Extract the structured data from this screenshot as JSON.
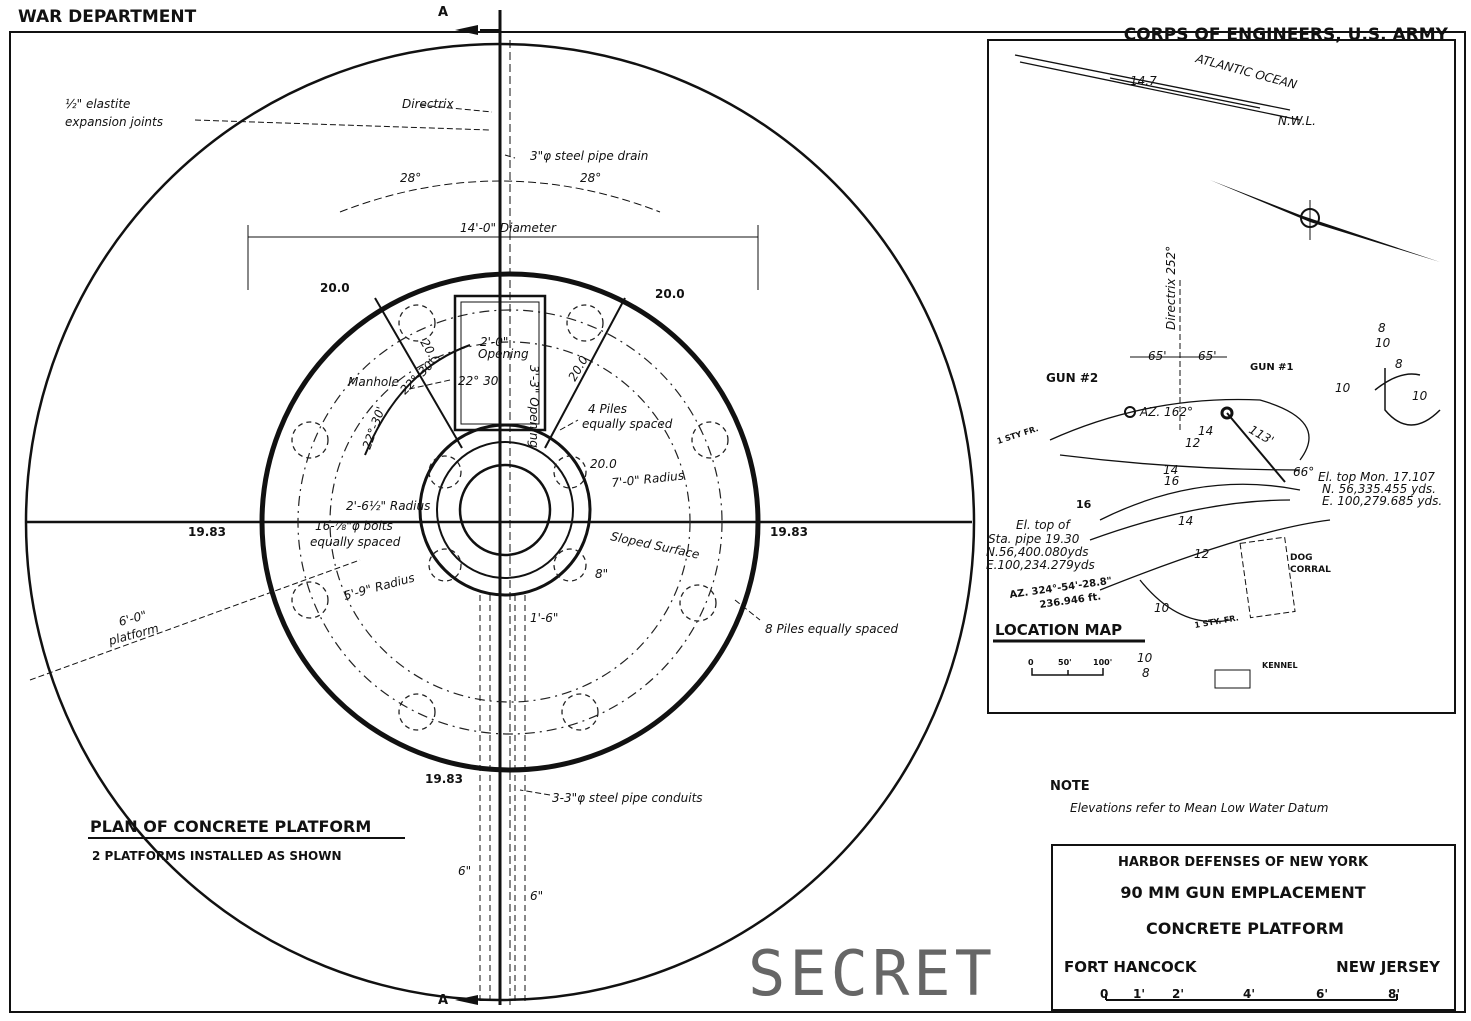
{
  "header": {
    "left": "WAR DEPARTMENT",
    "right": "CORPS OF ENGINEERS, U.S. ARMY"
  },
  "section_marks": {
    "top": "A",
    "bottom": "A"
  },
  "plan": {
    "title": "PLAN OF CONCRETE PLATFORM",
    "subtitle": "2 PLATFORMS INSTALLED AS SHOWN",
    "labels": {
      "expansion_joints_1": "½\" elastite",
      "expansion_joints_2": "expansion joints",
      "directrix": "Directrix",
      "pipe_drain": "3\"φ steel pipe drain",
      "angle_left": "28°",
      "angle_right": "28°",
      "diameter": "14'-0\" Diameter",
      "elev_tl": "20.0",
      "elev_tr": "20.0",
      "elev_rad_left": "20.0",
      "elev_rad_right": "20.0",
      "elev_inner": "20.0",
      "opening_w": "2'-0\"",
      "opening": "Opening",
      "opening_h": "3'-3\" Opening",
      "manhole": "Manhole",
      "angle_22_30_a": "22°-30'",
      "angle_22_30_b": "22°-30'",
      "angle_22_30_c": "22° 30'",
      "piles_4_1": "4 Piles",
      "piles_4_2": "equally spaced",
      "radius_7": "7'-0\" Radius",
      "radius_2_6": "2'-6½\" Radius",
      "bolts_1": "16-⅞\"φ bolts",
      "bolts_2": "equally spaced",
      "sloped": "Sloped Surface",
      "radius_5_9": "5'-9\" Radius",
      "platform_1": "6'-0\"",
      "platform_2": "platform",
      "piles_8": "8 Piles equally spaced",
      "elev_left": "19.83",
      "elev_right": "19.83",
      "elev_bottom": "19.83",
      "conduits": "3-3\"φ steel pipe conduits",
      "dim_1_6": "1'-6\"",
      "dim_6_a": "6\"",
      "dim_6_b": "6\"",
      "dim_8": "8\""
    }
  },
  "location_map": {
    "title": "LOCATION MAP",
    "ocean": "ATLANTIC OCEAN",
    "shore_elev": "14.7",
    "nwl": "N.W.L.",
    "directrix": "Directrix 252°",
    "gun2": "GUN #2",
    "gun1": "GUN #1",
    "dim_65_a": "65'",
    "dim_65_b": "65'",
    "az162": "AZ. 162°",
    "dist_113": "113'",
    "angle_66": "66°",
    "sty_fr_1": "1 STY FR.",
    "sty_fr_2": "1 STY. FR.",
    "mon_1": "El. top Mon. 17.107",
    "mon_2": "N. 56,335.455 yds.",
    "mon_3": "E. 100,279.685 yds.",
    "sta_1": "El. top of",
    "sta_2": "Sta. pipe 19.30",
    "sta_3": "N.56,400.080yds",
    "sta_4": "E.100,234.279yds",
    "az_1": "AZ. 324°-54'-28.8\"",
    "az_2": "236.946 ft.",
    "dog_1": "DOG",
    "dog_2": "CORRAL",
    "kennel": "KENNEL",
    "contours": [
      "8",
      "10",
      "8",
      "10",
      "10",
      "14",
      "12",
      "14",
      "16",
      "16",
      "14",
      "12",
      "10",
      "10",
      "8"
    ],
    "scale": [
      "0",
      "50'",
      "100'"
    ]
  },
  "note": {
    "title": "NOTE",
    "text": "Elevations refer to Mean Low Water Datum"
  },
  "title_block": {
    "line1": "HARBOR DEFENSES OF NEW YORK",
    "line2": "90 MM GUN EMPLACEMENT",
    "line3": "CONCRETE PLATFORM",
    "left": "FORT HANCOCK",
    "right": "NEW JERSEY",
    "scale": [
      "0",
      "1'",
      "2'",
      "4'",
      "6'",
      "8'"
    ]
  },
  "stamp": "SECRET"
}
